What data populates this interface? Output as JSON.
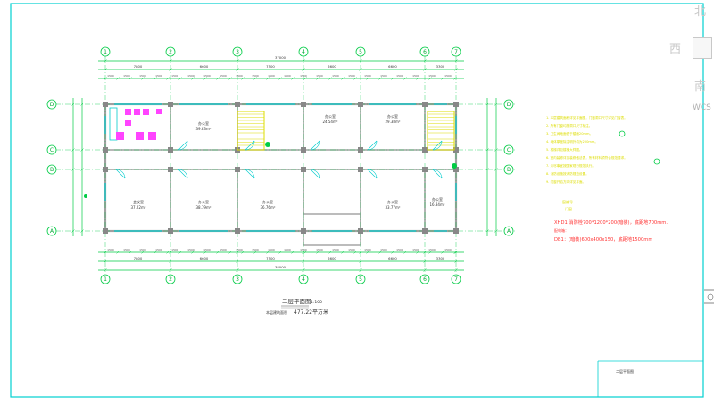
{
  "viewcube": {
    "north": "北",
    "west": "西",
    "south": "南",
    "wcs": "WCS"
  },
  "axes": {
    "top_numbers": [
      "1",
      "2",
      "3",
      "4",
      "5",
      "6",
      "7"
    ],
    "rows": [
      "D",
      "C",
      "B",
      "A"
    ],
    "overall_dim_top": "37000",
    "overall_dim_bottom": "38000",
    "bay_dims_top": [
      "7800",
      "6600",
      "7500",
      "6600",
      "6600",
      "3300"
    ],
    "bay_dims_bottom": [
      "7800",
      "6600",
      "7500",
      "6600",
      "6600",
      "3300"
    ]
  },
  "rooms": [
    {
      "name": "办公室",
      "area": "39.83m²"
    },
    {
      "name": "办公室",
      "area": "24.54m²"
    },
    {
      "name": "办公室",
      "area": "29.38m²"
    },
    {
      "name": "会议室",
      "area": "37.22m²"
    },
    {
      "name": "办公室",
      "area": "38.79m²"
    },
    {
      "name": "办公室",
      "area": "36.76m²"
    },
    {
      "name": "办公室",
      "area": "33.77m²"
    },
    {
      "name": "办公室",
      "area": "16.84m²"
    }
  ],
  "drawing": {
    "title": "二层平面图",
    "scale": "1:100",
    "area_label": "本层建筑面积",
    "area_value": "477.22平方米",
    "titleblock_name": "二层平面图"
  },
  "notes": {
    "lines": [
      "1.  本层建筑面积详见平面图，门窗洞口尺寸详见门窗表。",
      "2.  所有门窗均按洞口尺寸标注。",
      "3.  卫生间地面低于楼面20mm。",
      "4.  墙体厚度除注明外均为200mm。",
      "5.  楼梯详见楼梯大样图。",
      "6.  室内装修详见装修做法表，所有材料须符合规范要求。",
      "7.  未尽事宜按国家现行规范执行。",
      "8.  消防设施按消防规范设置。",
      "9.  门窗开启方向详见平面。"
    ],
    "label_window": "窗编号",
    "label_window2": "门窗",
    "xhd_text": "XHD1 消防栓700*1200*200(暗装)，底距地700mm.",
    "label_device": "配电箱：",
    "db_text": "DB1：(暗装)600x400x150，底距地1500mm"
  }
}
